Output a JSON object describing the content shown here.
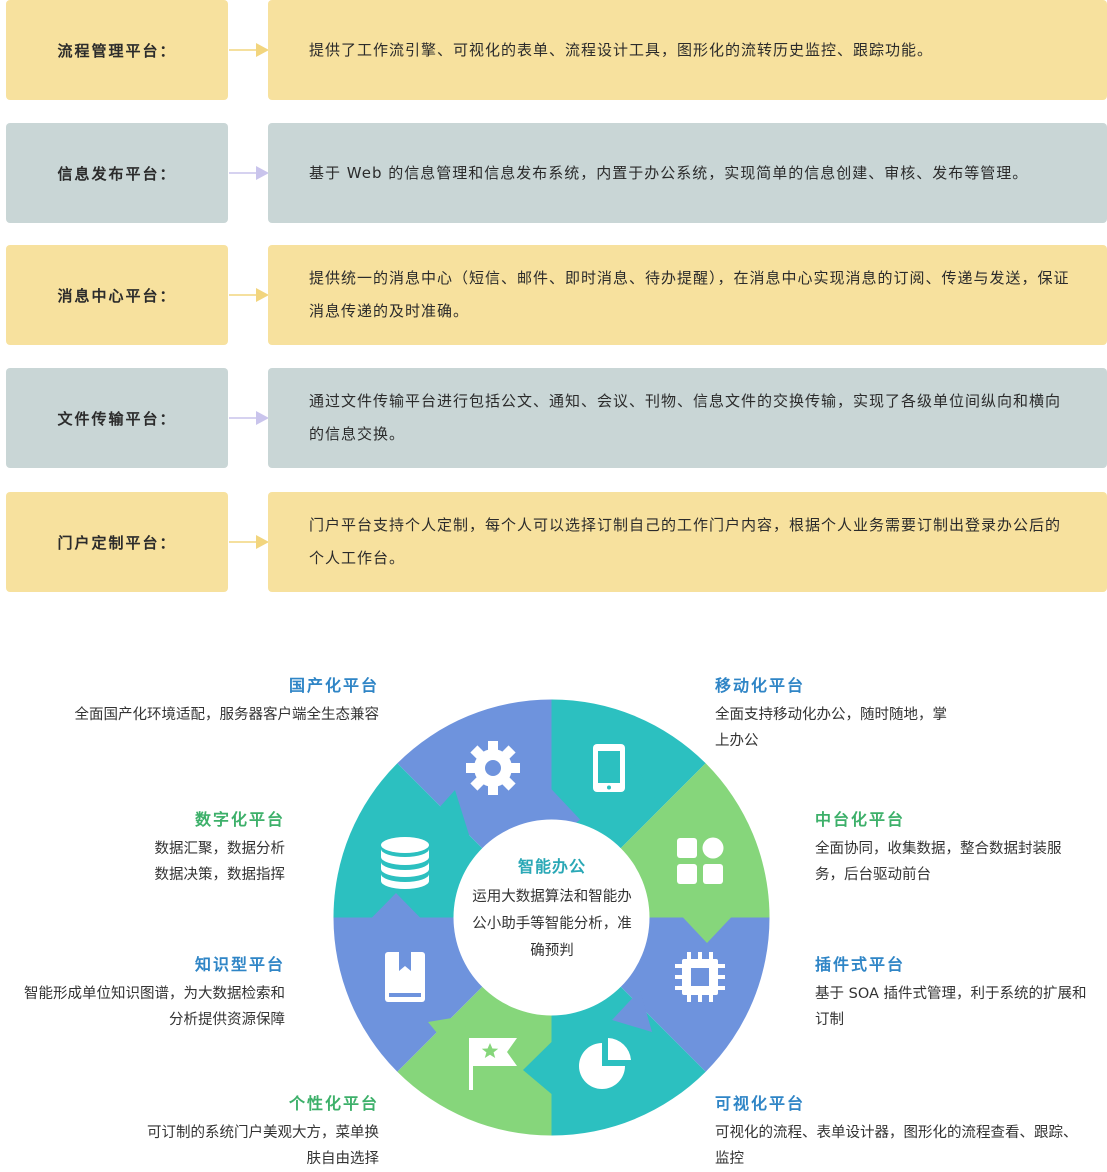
{
  "platforms": [
    {
      "label": "流程管理平台：",
      "desc": "提供了工作流引擎、可视化的表单、流程设计工具，图形化的流转历史监控、跟踪功能。"
    },
    {
      "label": "信息发布平台：",
      "desc": "基于 Web 的信息管理和信息发布系统，内置于办公系统，实现简单的信息创建、审核、发布等管理。"
    },
    {
      "label": "消息中心平台：",
      "desc": "提供统一的消息中心（短信、邮件、即时消息、待办提醒），在消息中心实现消息的订阅、传递与发送，保证消息传递的及时准确。"
    },
    {
      "label": "文件传输平台：",
      "desc": "通过文件传输平台进行包括公文、通知、会议、刊物、信息文件的交换传输，实现了各级单位间纵向和横向的信息交换。"
    },
    {
      "label": "门户定制平台：",
      "desc": "门户平台支持个人定制，每个人可以选择订制自己的工作门户内容，根据个人业务需要订制出登录办公后的个人工作台。"
    }
  ],
  "center": {
    "title": "智能办公",
    "desc": "运用大数据算法和智能办公小助手等智能分析，准确预判"
  },
  "features": {
    "guochanhua": {
      "title": "国产化平台",
      "desc": "全面国产化环境适配，服务器客户端全生态兼容"
    },
    "shuzihua": {
      "title": "数字化平台",
      "desc1": "数据汇聚，数据分析",
      "desc2": "数据决策，数据指挥"
    },
    "zhishixing": {
      "title": "知识型平台",
      "desc1": "智能形成单位知识图谱，为大数据检索和",
      "desc2": "分析提供资源保障"
    },
    "gexinghua": {
      "title": "个性化平台",
      "desc1": "可订制的系统门户美观大方，菜单换",
      "desc2": "肤自由选择"
    },
    "yidonghua": {
      "title": "移动化平台",
      "desc1": "全面支持移动化办公，随时随地，掌",
      "desc2": "上办公"
    },
    "zhongtaihua": {
      "title": "中台化平台",
      "desc1": "全面协同，收集数据，整合数据封装服",
      "desc2": "务，后台驱动前台"
    },
    "chajianshi": {
      "title": "插件式平台",
      "desc1": "基于 SOA 插件式管理，利于系统的扩展和",
      "desc2": "订制"
    },
    "keshihua": {
      "title": "可视化平台",
      "desc1": "可视化的流程、表单设计器，图形化的流程查看、跟踪、",
      "desc2": "监控"
    }
  },
  "colors": {
    "yellow": "#f7e19e",
    "gray": "#c9d6d6",
    "blue": "#6e93dd",
    "teal": "#2cc0c0",
    "green": "#86d67b",
    "title_blue": "#2f85c6",
    "title_green": "#3db06a"
  },
  "icons": [
    "gear-icon",
    "phone-icon",
    "apps-icon",
    "chip-icon",
    "pie-chart-icon",
    "flag-star-icon",
    "book-icon",
    "database-icon"
  ]
}
